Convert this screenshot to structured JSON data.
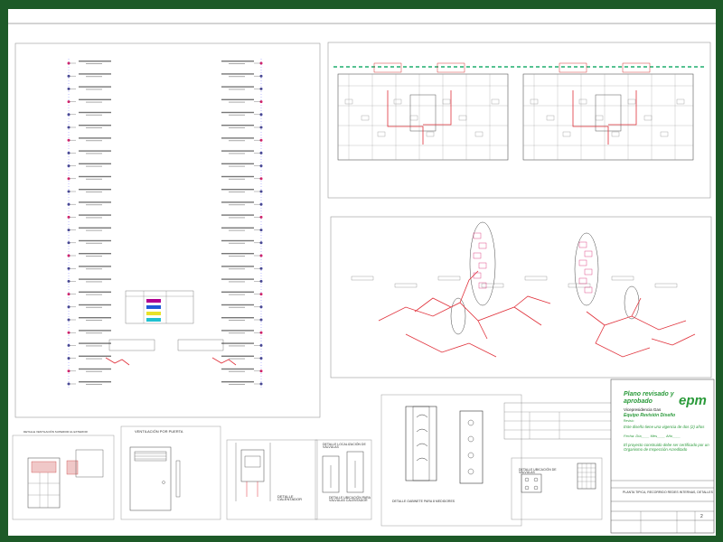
{
  "stamp": {
    "line1": "Plano revisado y",
    "line2": "aprobado",
    "dept": "Vicepresidencia Gas",
    "team": "Equipo Revisión Diseño",
    "vigencia_label": "Revisó:",
    "vigencia": "Este diseño tiene una vigencia de dos (2) años",
    "date_line": "Fecha: Día____ Mes____ Año____",
    "note": "El proyecto construido debe ser certificado por un Organismo de Inspección Acreditado"
  },
  "logo": "epm",
  "title_block": {
    "drawing_title": "PLANTA TIPICA, RECORRIDO REDES INTERNAS, DETALLES",
    "sheet_number": "2"
  },
  "details": {
    "ventilacion_superior": "DETALLE VENTILACIÓN SUPERIOR AL EXTERIOR",
    "ventilacion_puerta": "VENTILACIÓN POR PUERTA",
    "calentador": "DETALLE CALENTADOR",
    "valvulas": "DETALLE LOCALIZACIÓN DE VÁLVULAS",
    "ubicacion_valvulas": "DETALLE UBICACIÓN PARA VÁLVULAS CALENTADOR",
    "gabinete": "DETALLE GABINETE PARA 8 MEDIDORES",
    "cuadro_valvulas": "DETALLE UBICACIÓN DE VÁLVULAS"
  },
  "colors": {
    "frame": "#1d5a28",
    "stamp": "#2a9a3a",
    "riser": "#d8236f",
    "gas_line": "#e0303a",
    "ventilation": "#1fae6e"
  }
}
